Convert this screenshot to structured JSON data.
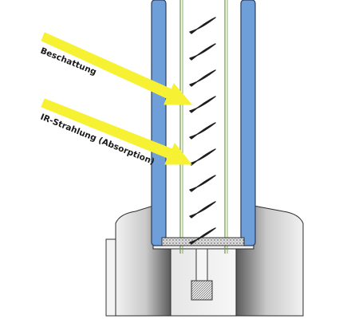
{
  "labels": {
    "shading": "Beschattung",
    "ir_radiation": "IR-Strahlung (Absorption)"
  },
  "colors": {
    "background": "#ffffff",
    "glass_pane": "#6f9fd9",
    "glass_outline": "#2a3f5a",
    "arrow": "#f6f233",
    "frame_gradient_light": "#f4f4f4",
    "frame_gradient_dark": "#5e5e5e",
    "inner_glass_line": "#6f9a44",
    "louver": "#1e1e1e",
    "spacer_fill": "#d9d9d9"
  },
  "icons": {
    "arrow_shading": "arrow-right-down",
    "arrow_ir": "arrow-right-down"
  }
}
